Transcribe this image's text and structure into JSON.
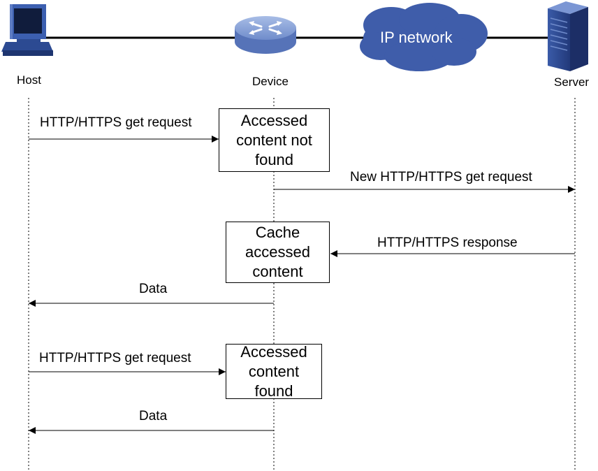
{
  "nodes": {
    "host": "Host",
    "device": "Device",
    "server": "Server",
    "cloud": "IP network"
  },
  "boxes": {
    "not_found": "Accessed\ncontent not\nfound",
    "cache": "Cache\naccessed\ncontent",
    "found": "Accessed\ncontent\nfound"
  },
  "messages": {
    "get1": "HTTP/HTTPS get request",
    "new_get": "New HTTP/HTTPS get request",
    "response": "HTTP/HTTPS response",
    "data1": "Data",
    "get2": "HTTP/HTTPS get request",
    "data2": "Data"
  },
  "colors": {
    "cloud": "#3F5DAA",
    "device": "#7D98D2",
    "line": "#000000"
  }
}
